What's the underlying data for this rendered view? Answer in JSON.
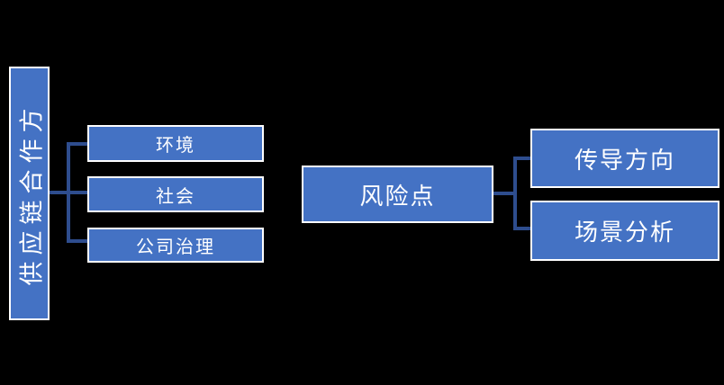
{
  "diagram": {
    "type": "hierarchy-flow",
    "colors": {
      "background": "#000000",
      "node_fill": "#4472C4",
      "node_border": "#FFFFFF",
      "connector": "#2E4D8E",
      "text": "#FFFFFF"
    },
    "root": {
      "label": "供应链合作方"
    },
    "esg_nodes": [
      {
        "label": "环境"
      },
      {
        "label": "社会"
      },
      {
        "label": "公司治理"
      }
    ],
    "risk_node": {
      "label": "风险点"
    },
    "analysis_nodes": [
      {
        "label": "传导方向"
      },
      {
        "label": "场景分析"
      }
    ]
  }
}
